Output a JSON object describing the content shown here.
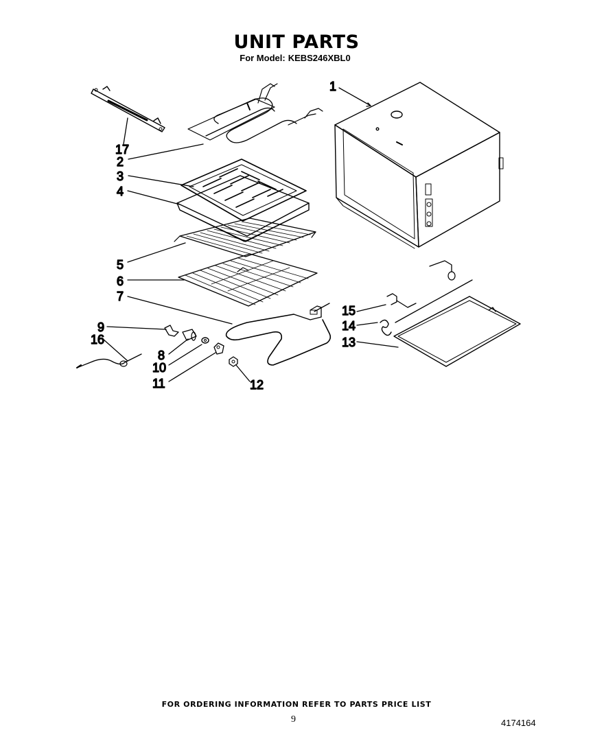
{
  "header": {
    "title": "UNIT PARTS",
    "model_label": "For Model:",
    "model_number": "KEBS246XBL0"
  },
  "callouts": [
    "1",
    "2",
    "3",
    "4",
    "5",
    "6",
    "7",
    "8",
    "9",
    "10",
    "11",
    "12",
    "13",
    "14",
    "15",
    "16",
    "17"
  ],
  "footer": {
    "ordering_note": "FOR ORDERING INFORMATION REFER TO PARTS PRICE LIST",
    "page_number": "9",
    "document_number": "4174164"
  }
}
